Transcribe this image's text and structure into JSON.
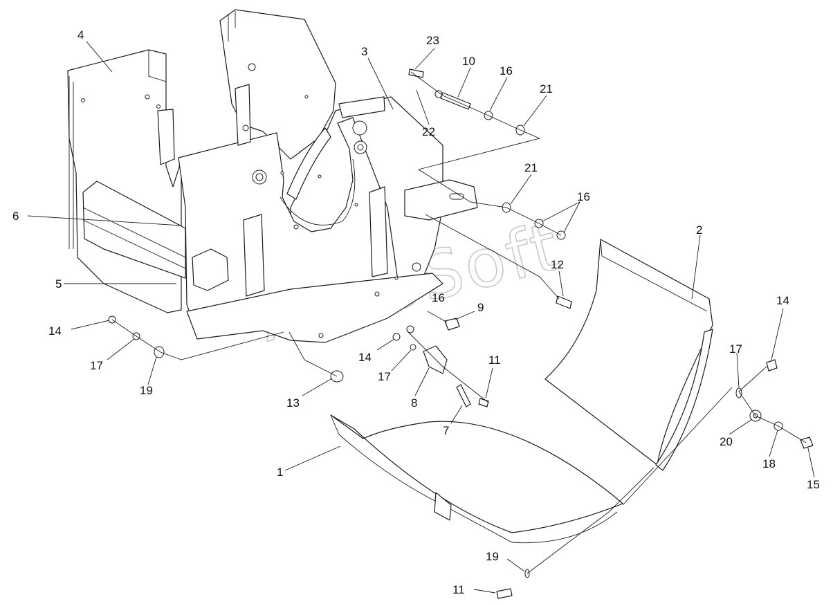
{
  "watermark": {
    "text": "AutoSoft",
    "color": "#c9c9c9"
  },
  "colors": {
    "line": "#1a1a1a",
    "background": "#ffffff"
  },
  "callouts": [
    {
      "id": "c4",
      "label": "4"
    },
    {
      "id": "c3",
      "label": "3"
    },
    {
      "id": "c23",
      "label": "23"
    },
    {
      "id": "c10",
      "label": "10"
    },
    {
      "id": "c16a",
      "label": "16"
    },
    {
      "id": "c21a",
      "label": "21"
    },
    {
      "id": "c22",
      "label": "22"
    },
    {
      "id": "c21b",
      "label": "21"
    },
    {
      "id": "c16b",
      "label": "16"
    },
    {
      "id": "c6",
      "label": "6"
    },
    {
      "id": "c2",
      "label": "2"
    },
    {
      "id": "c12",
      "label": "12"
    },
    {
      "id": "c5",
      "label": "5"
    },
    {
      "id": "c16c",
      "label": "16"
    },
    {
      "id": "c9",
      "label": "9"
    },
    {
      "id": "c14a",
      "label": "14"
    },
    {
      "id": "c14b",
      "label": "14"
    },
    {
      "id": "c17a",
      "label": "17"
    },
    {
      "id": "c19a",
      "label": "19"
    },
    {
      "id": "c13",
      "label": "13"
    },
    {
      "id": "c14c",
      "label": "14"
    },
    {
      "id": "c17b",
      "label": "17"
    },
    {
      "id": "c11a",
      "label": "11"
    },
    {
      "id": "c8",
      "label": "8"
    },
    {
      "id": "c7",
      "label": "7"
    },
    {
      "id": "c17c",
      "label": "17"
    },
    {
      "id": "c20",
      "label": "20"
    },
    {
      "id": "c18",
      "label": "18"
    },
    {
      "id": "c15",
      "label": "15"
    },
    {
      "id": "c1",
      "label": "1"
    },
    {
      "id": "c19b",
      "label": "19"
    },
    {
      "id": "c11b",
      "label": "11"
    }
  ]
}
